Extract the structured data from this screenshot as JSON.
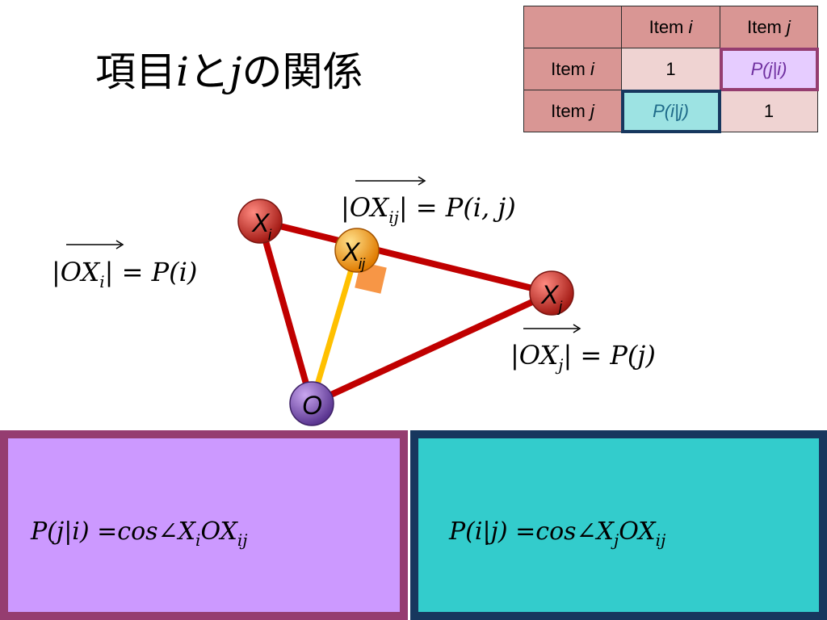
{
  "title": {
    "part1": "項目",
    "var1": "i",
    "part2": "と",
    "var2": "j",
    "part3": "の関係"
  },
  "table": {
    "header": [
      "",
      "Item ",
      "Item "
    ],
    "header_vars": [
      "",
      "i",
      "j"
    ],
    "rows": [
      {
        "label": "Item ",
        "label_var": "i",
        "cells": [
          "1",
          "P(j|i)"
        ]
      },
      {
        "label": "Item ",
        "label_var": "j",
        "cells": [
          "P(i|j)",
          "1"
        ]
      }
    ]
  },
  "diagram": {
    "nodes": {
      "xi": "X",
      "xi_sub": "i",
      "xij": "X",
      "xij_sub": "ij",
      "xj": "X",
      "xj_sub": "j",
      "o": "O"
    },
    "labels": {
      "oxi_lhs": "|OX",
      "oxi_sub": "i",
      "oxi_rhs": "| = P(i)",
      "oxij_lhs": "|OX",
      "oxij_sub": "ij",
      "oxij_rhs": "| = P(i, j)",
      "oxj_lhs": "|OX",
      "oxj_sub": "j",
      "oxj_rhs": "| = P(j)"
    }
  },
  "panels": {
    "left": {
      "lhs": "P(j|i) =cos∠X",
      "sub1": "i",
      "mid": "OX",
      "sub2": "ij"
    },
    "right": {
      "lhs": "P(i|j) =cos∠X",
      "sub1": "j",
      "mid": "OX",
      "sub2": "ij"
    }
  },
  "colors": {
    "edge": "#c00000",
    "projection": "#ffc000",
    "node_x": "#c0302a",
    "node_xij": "#f39c12",
    "node_o": "#7b4fb4",
    "panel_left": "#cc99ff",
    "panel_right": "#33cccc"
  }
}
